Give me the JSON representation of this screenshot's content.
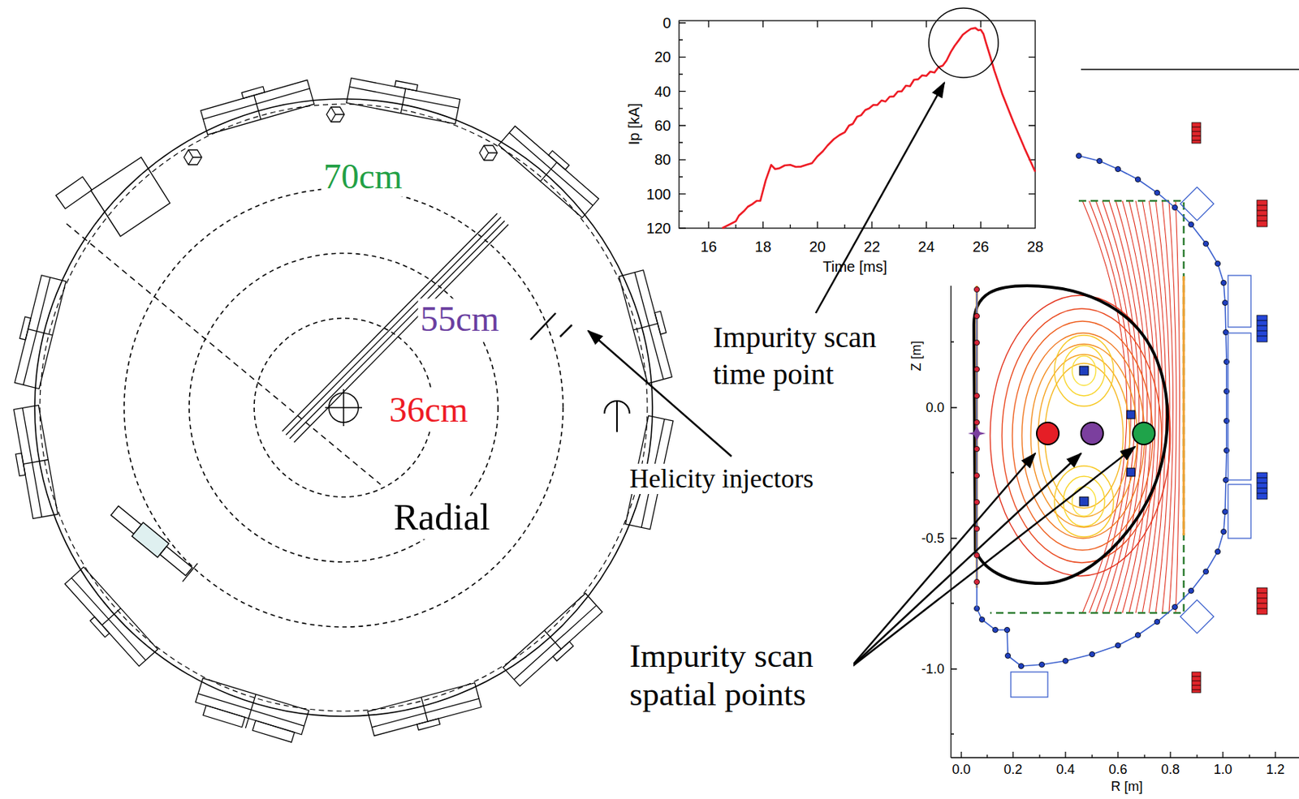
{
  "diagram": {
    "labels": [
      "70cm",
      "55cm",
      "36cm",
      "Radial",
      "Helicity injectors",
      "120",
      "100",
      "80",
      "60",
      "40",
      "20",
      "0",
      "16",
      "18",
      "20",
      "22",
      "24",
      "26",
      "28",
      "Ip [kA]",
      "Time [ms]",
      "Impurity scan time point",
      "Z [m]",
      "0.0",
      "-0.5",
      "-1.0",
      "0.0",
      "0.2",
      "0.4",
      "0.6",
      "0.8",
      "1.0",
      "1.2",
      "R [m]",
      "Impurity scan spatial points"
    ]
  }
}
